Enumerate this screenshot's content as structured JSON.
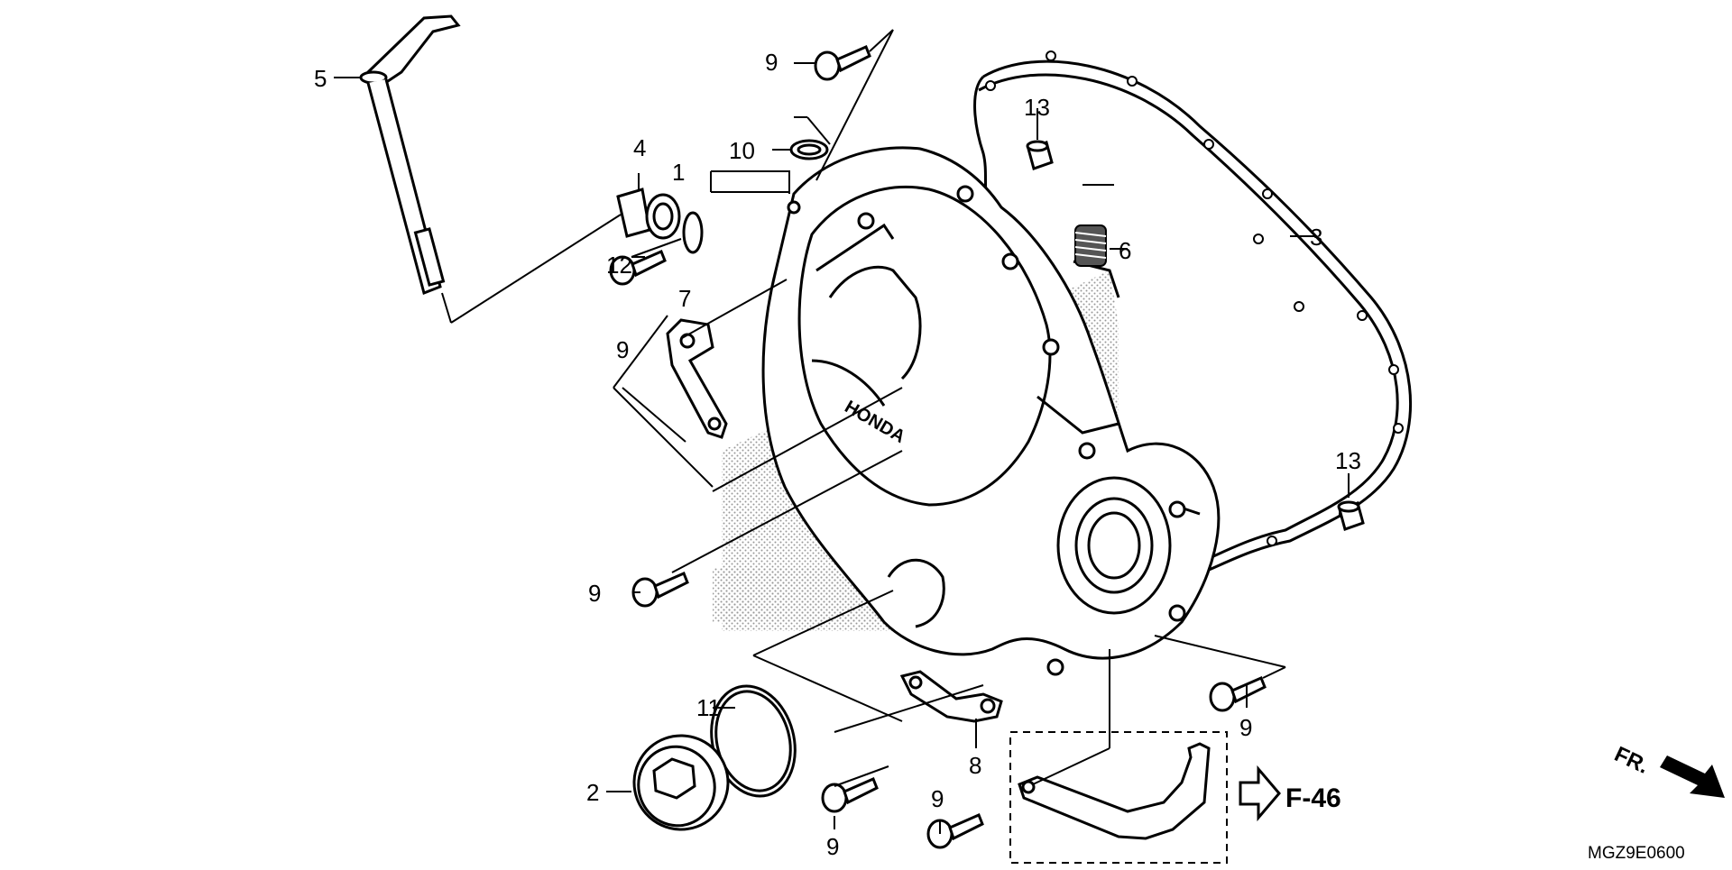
{
  "diagram": {
    "callouts": {
      "c1": "1",
      "c2": "2",
      "c3": "3",
      "c4": "4",
      "c5": "5",
      "c6": "6",
      "c7": "7",
      "c8": "8",
      "c9_top": "9",
      "c9_left_upper": "9",
      "c9_left_lower": "9",
      "c9_right": "9",
      "c9_bottom_left": "9",
      "c9_bottom_mid": "9",
      "c10": "10",
      "c11": "11",
      "c12": "12",
      "c13_top": "13",
      "c13_right": "13"
    },
    "reference_label": "F-46",
    "direction_label": "FR.",
    "drawing_code": "MGZ9E0600"
  }
}
